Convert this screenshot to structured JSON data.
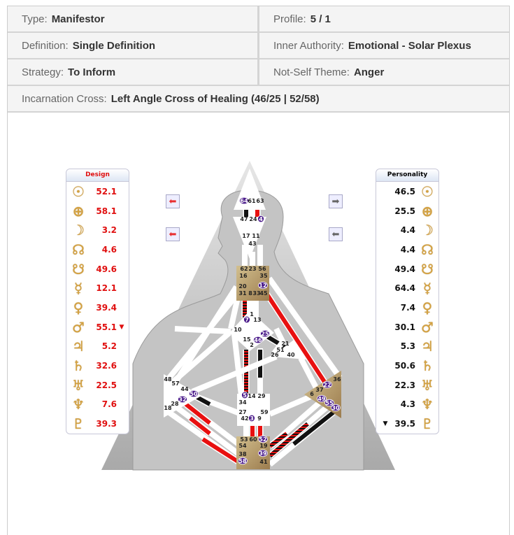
{
  "summary": {
    "type": {
      "label": "Type:",
      "value": "Manifestor"
    },
    "profile": {
      "label": "Profile:",
      "value": "5 / 1"
    },
    "definition": {
      "label": "Definition:",
      "value": "Single Definition"
    },
    "authority": {
      "label": "Inner Authority:",
      "value": "Emotional - Solar Plexus"
    },
    "strategy": {
      "label": "Strategy:",
      "value": "To Inform"
    },
    "theme": {
      "label": "Not-Self Theme:",
      "value": "Anger"
    },
    "cross": {
      "label": "Incarnation Cross:",
      "value": "Left Angle Cross of Healing (46/25 | 52/58)"
    }
  },
  "design": {
    "title": "Design",
    "color": "#e01010",
    "rows": [
      {
        "planet": "sun-icon",
        "glyph": "☉",
        "value": "52.1",
        "mark": ""
      },
      {
        "planet": "earth-icon",
        "glyph": "⊕",
        "value": "58.1",
        "mark": ""
      },
      {
        "planet": "moon-icon",
        "glyph": "☽",
        "value": "3.2",
        "mark": ""
      },
      {
        "planet": "north-node-icon",
        "glyph": "☊",
        "value": "4.6",
        "mark": ""
      },
      {
        "planet": "south-node-icon",
        "glyph": "☋",
        "value": "49.6",
        "mark": ""
      },
      {
        "planet": "mercury-icon",
        "glyph": "☿",
        "value": "12.1",
        "mark": ""
      },
      {
        "planet": "venus-icon",
        "glyph": "♀",
        "value": "39.4",
        "mark": ""
      },
      {
        "planet": "mars-icon",
        "glyph": "♂",
        "value": "55.1",
        "mark": "▼"
      },
      {
        "planet": "jupiter-icon",
        "glyph": "♃",
        "value": "5.2",
        "mark": ""
      },
      {
        "planet": "saturn-icon",
        "glyph": "♄",
        "value": "32.6",
        "mark": ""
      },
      {
        "planet": "uranus-icon",
        "glyph": "♅",
        "value": "22.5",
        "mark": ""
      },
      {
        "planet": "neptune-icon",
        "glyph": "♆",
        "value": "7.6",
        "mark": ""
      },
      {
        "planet": "pluto-icon",
        "glyph": "♇",
        "value": "39.3",
        "mark": ""
      }
    ]
  },
  "personality": {
    "title": "Personality",
    "color": "#111111",
    "rows": [
      {
        "planet": "sun-icon",
        "glyph": "☉",
        "value": "46.5",
        "mark": ""
      },
      {
        "planet": "earth-icon",
        "glyph": "⊕",
        "value": "25.5",
        "mark": ""
      },
      {
        "planet": "moon-icon",
        "glyph": "☽",
        "value": "4.4",
        "mark": ""
      },
      {
        "planet": "north-node-icon",
        "glyph": "☊",
        "value": "4.4",
        "mark": ""
      },
      {
        "planet": "south-node-icon",
        "glyph": "☋",
        "value": "49.4",
        "mark": ""
      },
      {
        "planet": "mercury-icon",
        "glyph": "☿",
        "value": "64.4",
        "mark": ""
      },
      {
        "planet": "venus-icon",
        "glyph": "♀",
        "value": "7.4",
        "mark": ""
      },
      {
        "planet": "mars-icon",
        "glyph": "♂",
        "value": "30.1",
        "mark": ""
      },
      {
        "planet": "jupiter-icon",
        "glyph": "♃",
        "value": "5.3",
        "mark": ""
      },
      {
        "planet": "saturn-icon",
        "glyph": "♄",
        "value": "50.6",
        "mark": ""
      },
      {
        "planet": "uranus-icon",
        "glyph": "♅",
        "value": "22.3",
        "mark": ""
      },
      {
        "planet": "neptune-icon",
        "glyph": "♆",
        "value": "4.3",
        "mark": ""
      },
      {
        "planet": "pluto-icon",
        "glyph": "♇",
        "value": "39.5",
        "mark": "▼"
      }
    ]
  },
  "gates": [
    {
      "n": "64",
      "active": true
    },
    {
      "n": "61"
    },
    {
      "n": "63"
    },
    {
      "n": "47"
    },
    {
      "n": "24"
    },
    {
      "n": "4",
      "active": true
    },
    {
      "n": "17"
    },
    {
      "n": "11"
    },
    {
      "n": "43"
    },
    {
      "n": "62"
    },
    {
      "n": "23"
    },
    {
      "n": "56"
    },
    {
      "n": "16"
    },
    {
      "n": "35"
    },
    {
      "n": "20"
    },
    {
      "n": "12",
      "active": true
    },
    {
      "n": "31"
    },
    {
      "n": "8"
    },
    {
      "n": "33"
    },
    {
      "n": "45"
    },
    {
      "n": "1"
    },
    {
      "n": "7",
      "active": true
    },
    {
      "n": "13"
    },
    {
      "n": "10"
    },
    {
      "n": "15"
    },
    {
      "n": "46",
      "active": true
    },
    {
      "n": "25",
      "active": true
    },
    {
      "n": "2"
    },
    {
      "n": "21"
    },
    {
      "n": "51"
    },
    {
      "n": "26"
    },
    {
      "n": "40"
    },
    {
      "n": "48"
    },
    {
      "n": "57"
    },
    {
      "n": "44"
    },
    {
      "n": "50",
      "active": true
    },
    {
      "n": "32",
      "active": true
    },
    {
      "n": "28"
    },
    {
      "n": "18"
    },
    {
      "n": "5",
      "active": true
    },
    {
      "n": "14"
    },
    {
      "n": "29"
    },
    {
      "n": "34"
    },
    {
      "n": "27"
    },
    {
      "n": "59"
    },
    {
      "n": "42"
    },
    {
      "n": "3",
      "active": true
    },
    {
      "n": "9"
    },
    {
      "n": "36"
    },
    {
      "n": "22",
      "active": true
    },
    {
      "n": "37"
    },
    {
      "n": "6"
    },
    {
      "n": "49",
      "active": true
    },
    {
      "n": "55",
      "active": true
    },
    {
      "n": "30",
      "active": true
    },
    {
      "n": "53"
    },
    {
      "n": "60"
    },
    {
      "n": "52",
      "active": true
    },
    {
      "n": "54"
    },
    {
      "n": "19"
    },
    {
      "n": "38"
    },
    {
      "n": "39",
      "active": true
    },
    {
      "n": "58",
      "active": true
    },
    {
      "n": "41"
    }
  ],
  "colors": {
    "defined": "#b89a68",
    "active_gate": "#4a1a8a",
    "design": "#e81010",
    "personality": "#111111"
  }
}
